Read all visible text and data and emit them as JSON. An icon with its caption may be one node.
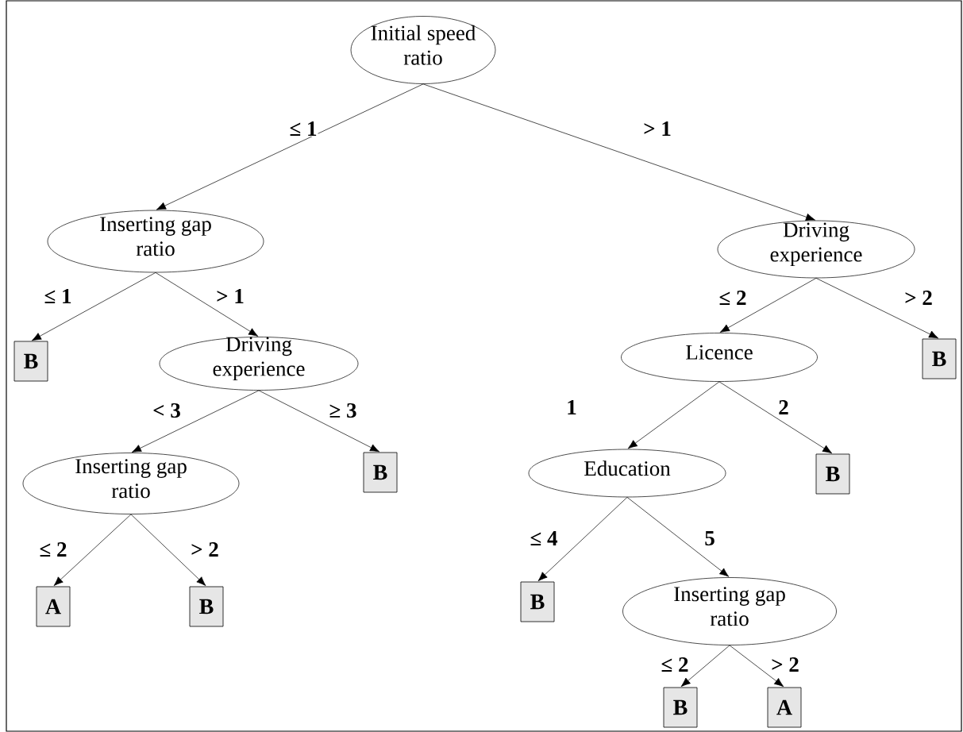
{
  "diagram": {
    "nodes": [
      {
        "text": [
          "Initial speed ratio"
        ]
      },
      {
        "text": [
          "Inserting gap ratio"
        ]
      },
      {
        "text": [
          "Driving experience"
        ]
      },
      {
        "text": [
          "B"
        ]
      },
      {
        "text": [
          "Driving experience"
        ]
      },
      {
        "text": [
          "Licence"
        ]
      },
      {
        "text": [
          "B"
        ]
      },
      {
        "text": [
          "Inserting gap ratio"
        ]
      },
      {
        "text": [
          "B"
        ]
      },
      {
        "text": [
          "Education"
        ]
      },
      {
        "text": [
          "B"
        ]
      },
      {
        "text": [
          "A"
        ]
      },
      {
        "text": [
          "B"
        ]
      },
      {
        "text": [
          "B"
        ]
      },
      {
        "text": [
          "Inserting gap ratio"
        ]
      },
      {
        "text": [
          "B"
        ]
      },
      {
        "text": [
          "A"
        ]
      }
    ],
    "edges": [
      {
        "from": 0,
        "to": 1,
        "arrow": "to",
        "label": "≤ 1"
      },
      {
        "from": 0,
        "to": 2,
        "arrow": "to",
        "label": "> 1"
      },
      {
        "from": 1,
        "to": 3,
        "arrow": "to",
        "label": "≤ 1"
      },
      {
        "from": 1,
        "to": 4,
        "arrow": "to",
        "label": "> 1"
      },
      {
        "from": 2,
        "to": 5,
        "arrow": "to",
        "label": "≤ 2"
      },
      {
        "from": 2,
        "to": 6,
        "arrow": "to",
        "label": "> 2"
      },
      {
        "from": 4,
        "to": 7,
        "arrow": "to",
        "label": "< 3"
      },
      {
        "from": 4,
        "to": 8,
        "arrow": "to",
        "label": "≥ 3"
      },
      {
        "from": 5,
        "to": 9,
        "arrow": "to",
        "label": "1"
      },
      {
        "from": 5,
        "to": 10,
        "arrow": "to",
        "label": "2"
      },
      {
        "from": 7,
        "to": 11,
        "arrow": "to",
        "label": "≤ 2"
      },
      {
        "from": 7,
        "to": 12,
        "arrow": "to",
        "label": "> 2"
      },
      {
        "from": 9,
        "to": 13,
        "arrow": "to",
        "label": "≤ 4"
      },
      {
        "from": 9,
        "to": 14,
        "arrow": "to",
        "label": "5"
      },
      {
        "from": 14,
        "to": 15,
        "arrow": "to",
        "label": "≤ 2"
      },
      {
        "from": 14,
        "to": 16,
        "arrow": "to",
        "label": "> 2"
      }
    ]
  }
}
